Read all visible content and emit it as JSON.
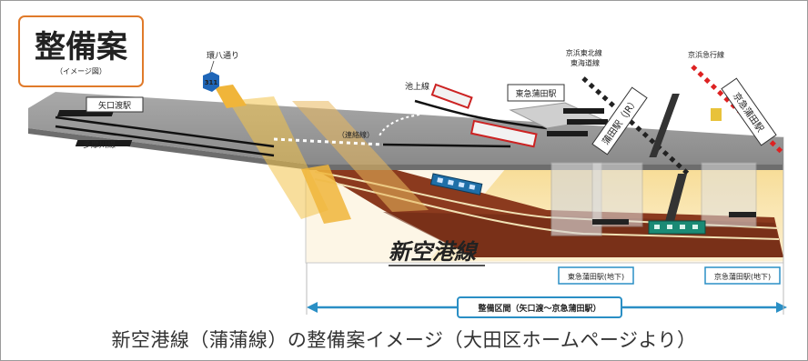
{
  "title_box": {
    "title": "整備案",
    "subtitle": "（イメージ図）"
  },
  "labels": {
    "kanpachi": "環八通り",
    "route_number": "311",
    "yaguchi": "矢口渡駅",
    "tamagawa": "多摩川線",
    "renraku": "（連絡線）",
    "ikegami": "池上線",
    "tokyu_kamata": "東急蒲田駅",
    "keihin_tohoku": "京浜東北線\n東海道線",
    "keikyu_line": "京浜急行線",
    "jr_kamata": "蒲田駅（JR）",
    "keikyu_kamata": "京急蒲田駅",
    "line_name": "新空港線",
    "tokyu_underground": "東急蒲田駅(地下)",
    "keikyu_underground": "京急蒲田駅(地下)",
    "section": "整備区間（矢口渡～京急蒲田駅）"
  },
  "caption": "新空港線（蒲蒲線）の整備案イメージ（大田区ホームページより）",
  "colors": {
    "title_orange": "#e07a2a",
    "ground_gray": "#8a8a8a",
    "tunnel_brown": "#8b3a1e",
    "highlight_yellow": "#f3c34a",
    "section_blue": "#2a8fc5",
    "route_badge_blue": "#1f66b8"
  }
}
